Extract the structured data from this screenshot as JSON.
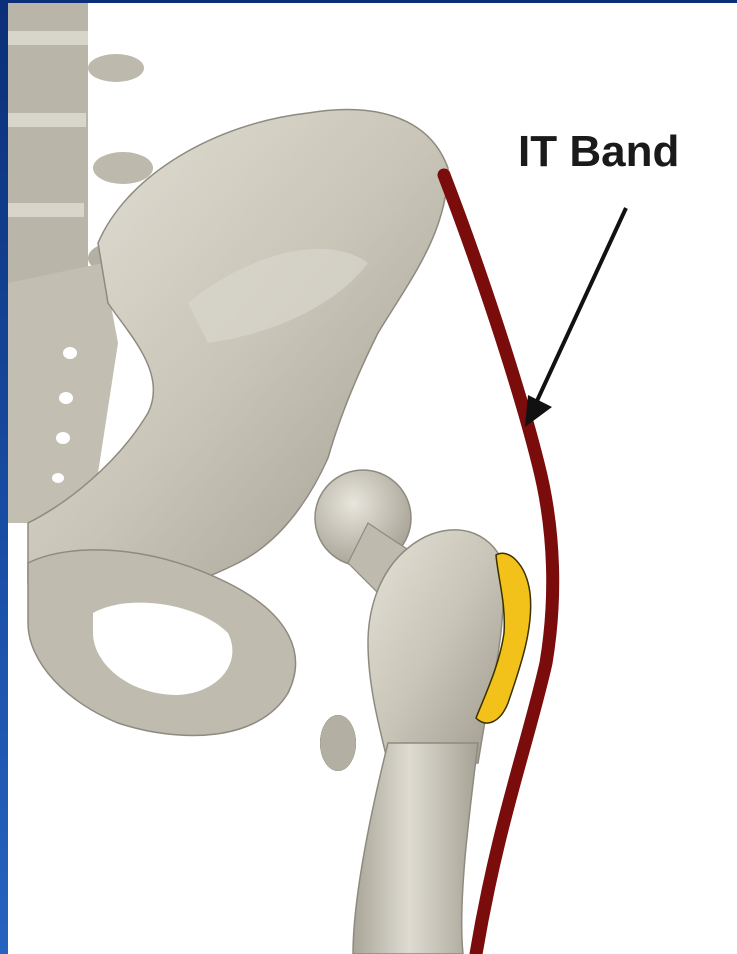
{
  "diagram": {
    "labels": {
      "it_band": "IT Band"
    },
    "colors": {
      "background_border": "#1a4fa8",
      "panel": "#ffffff",
      "bone_fill": "#c9c5b8",
      "bone_shadow": "#9e9a8e",
      "bone_highlight": "#e4e1d7",
      "it_band": "#7a0c0c",
      "bursa": "#f2c21a",
      "arrow": "#111111"
    },
    "elements": [
      "spine",
      "pelvis",
      "femur",
      "it-band",
      "trochanteric-bursa",
      "callout-arrow"
    ]
  }
}
